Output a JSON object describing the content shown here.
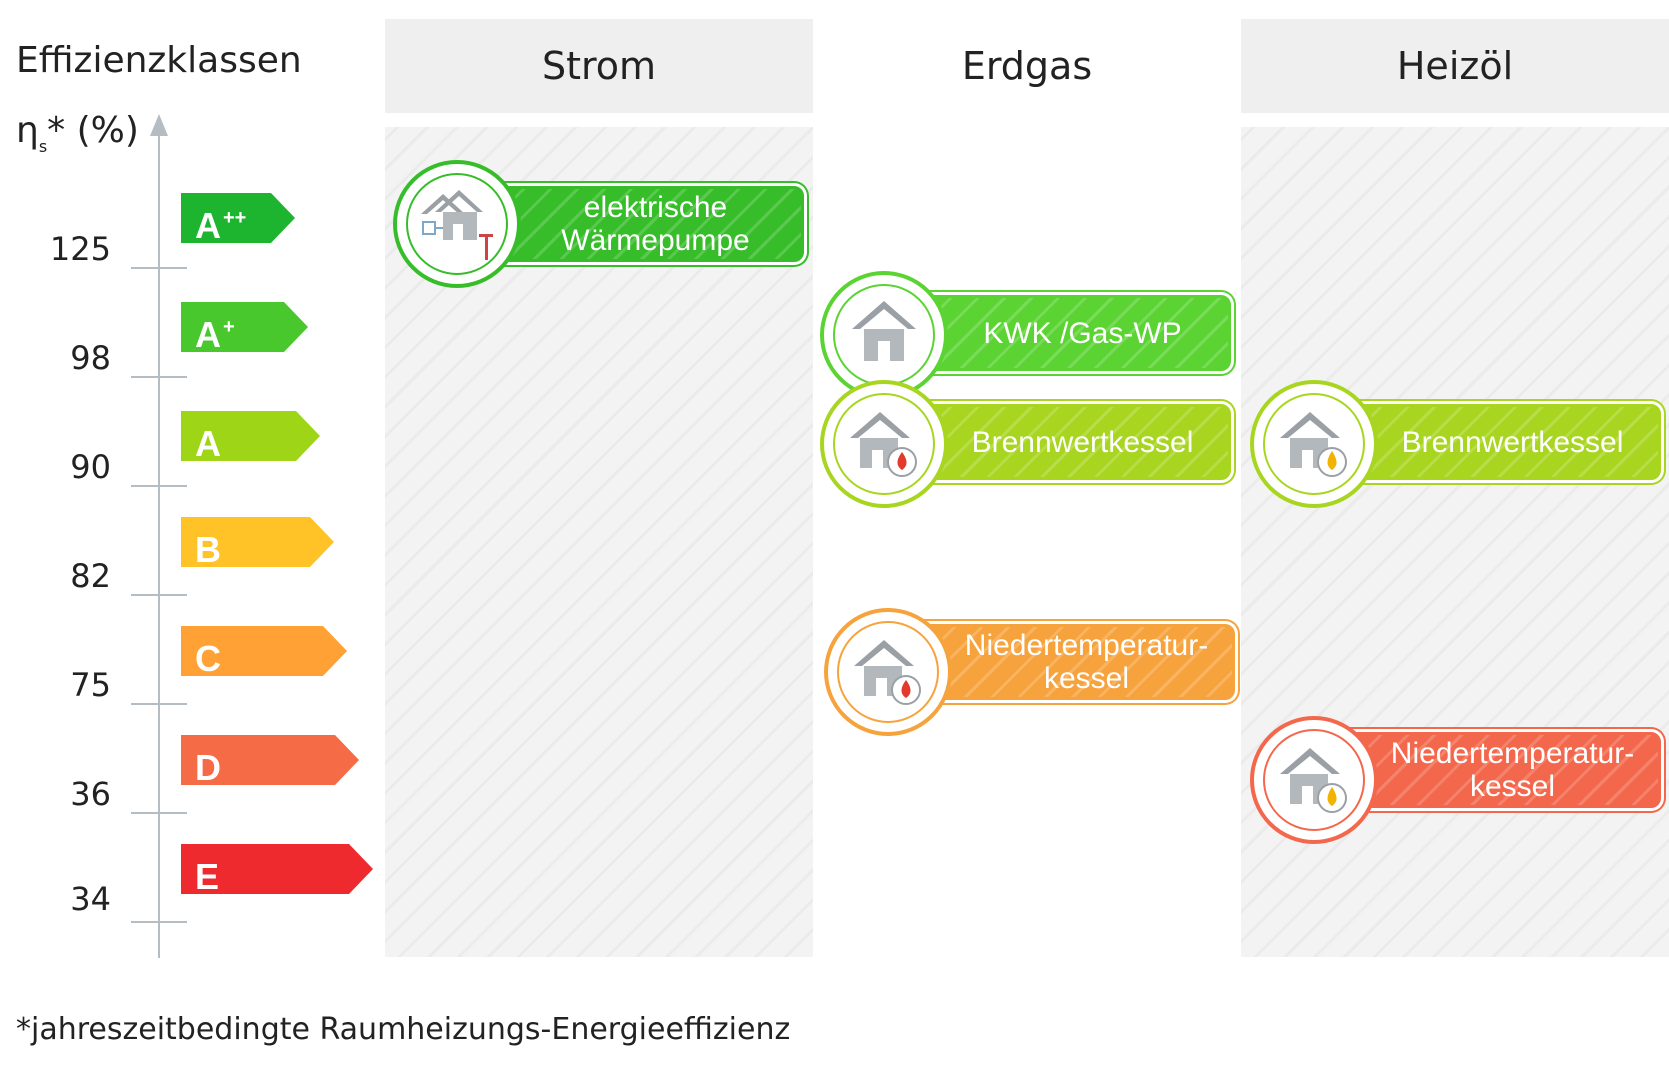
{
  "axis": {
    "title": "Effizienzklassen",
    "eta_symbol": "η",
    "eta_sub": "s",
    "eta_rest": "* (%)",
    "ticks": [
      "125",
      "98",
      "90",
      "82",
      "75",
      "36",
      "34"
    ]
  },
  "classes": [
    {
      "label": "A",
      "sup": "++",
      "color": "#1db42f"
    },
    {
      "label": "A",
      "sup": "+",
      "color": "#49c82e"
    },
    {
      "label": "A",
      "sup": "",
      "color": "#9fd517"
    },
    {
      "label": "B",
      "sup": "",
      "color": "#ffc327"
    },
    {
      "label": "C",
      "sup": "",
      "color": "#ffa135"
    },
    {
      "label": "D",
      "sup": "",
      "color": "#f56b45"
    },
    {
      "label": "E",
      "sup": "",
      "color": "#ee2a2f"
    }
  ],
  "columns": [
    "Strom",
    "Erdgas",
    "Heizöl"
  ],
  "badges": {
    "waermepumpe": {
      "line1": "elektrische",
      "line2": "Wärmepumpe",
      "color": "#37bd2a"
    },
    "kwk": {
      "line1": "KWK  /Gas-WP",
      "line2": "",
      "color": "#5bd433"
    },
    "bw_gas": {
      "line1": "Brennwertkessel",
      "line2": "",
      "color": "#a8d620"
    },
    "bw_oel": {
      "line1": "Brennwertkessel",
      "line2": "",
      "color": "#a8d620"
    },
    "nt_gas": {
      "line1": "Niedertemperatur-",
      "line2": "kessel",
      "color": "#f7a33d"
    },
    "nt_oel": {
      "line1": "Niedertemperatur-",
      "line2": "kessel",
      "color": "#f3684c"
    }
  },
  "icons": [
    "house-heatpump-icon",
    "house-icon",
    "house-gas-flame-icon",
    "house-oil-drop-icon",
    "house-gas-flame-icon",
    "house-oil-drop-icon"
  ],
  "footnote": "*jahreszeitbedingte Raumheizungs-Energieeffizienz"
}
